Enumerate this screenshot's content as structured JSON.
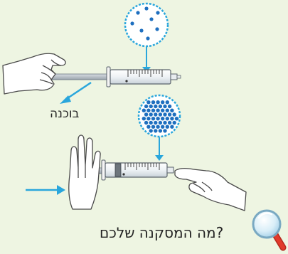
{
  "labels": {
    "piston": "בוכנה",
    "question": "?מה המסקנה שלכם"
  },
  "colors": {
    "background": "#eef5e2",
    "accent_blue": "#29a6dc",
    "particle_blue": "#1e6fbf",
    "glove": "#ffffff",
    "glove_outline": "#4a4a4a",
    "syringe_barrel": "#f7f7f7",
    "magnifier_handle": "#e23a2b"
  },
  "icons": {
    "magnifier": "magnifier-icon",
    "sparse_particles": "sparse-particles-circle",
    "dense_particles": "dense-particles-circle"
  }
}
